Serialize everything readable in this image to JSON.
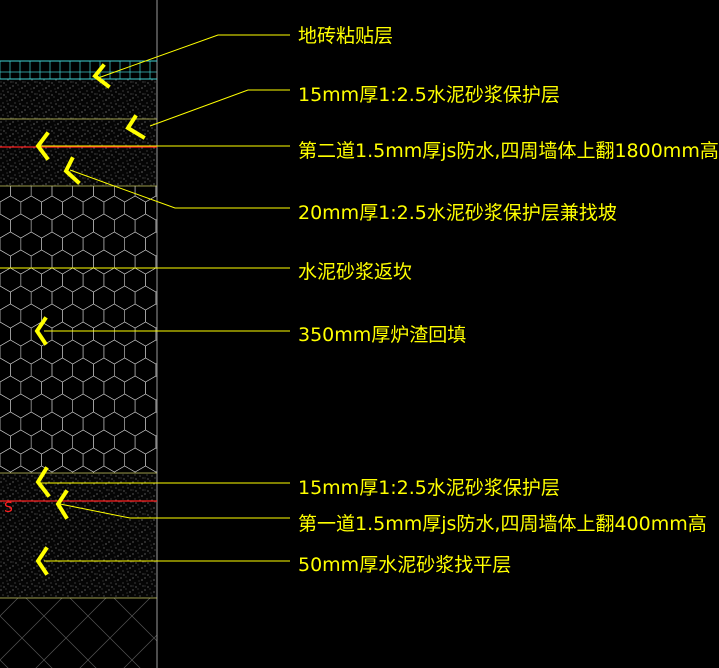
{
  "labels": {
    "tile": "地砖粘贴层",
    "protect_top": "15mm厚1:2.5水泥砂浆保护层",
    "waterproof_2": "第二道1.5mm厚js防水,四周墙体上翻1800mm高",
    "protect_slope": "20mm厚1:2.5水泥砂浆保护层兼找坡",
    "mortar_return": "水泥砂浆返坎",
    "slag_fill": "350mm厚炉渣回填",
    "protect_bottom": "15mm厚1:2.5水泥砂浆保护层",
    "waterproof_1": "第一道1.5mm厚js防水,四周墙体上翻400mm高",
    "leveling": "50mm厚水泥砂浆找平层"
  },
  "colors": {
    "background": "#000000",
    "leader": "#ffff00",
    "waterproof_line": "#ff2020",
    "wall_line": "#9a9a9a",
    "hex_pattern": "#bdbdbd",
    "speckle_fill": "#6e6e6e",
    "tile_pattern": "#3fd0d0"
  }
}
